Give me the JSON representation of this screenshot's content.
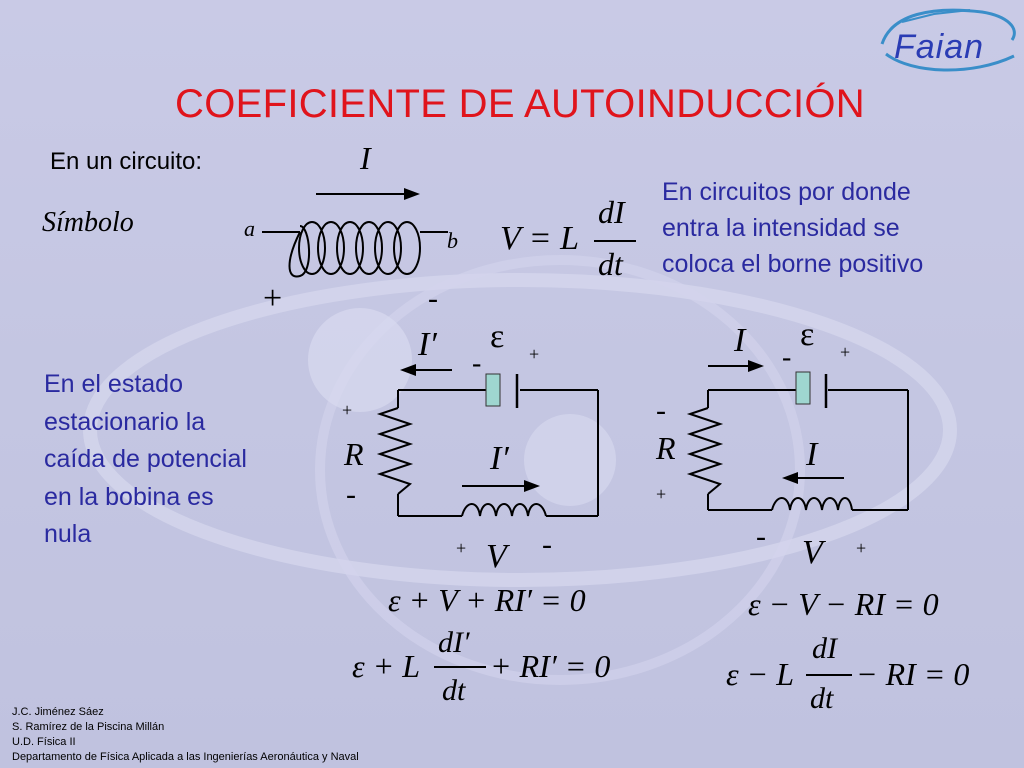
{
  "slide": {
    "title": "COEFICIENTE DE AUTOINDUCCIÓN",
    "logo_text": "Faian",
    "intro": "En un circuito:",
    "symbol_label": "Símbolo",
    "current_label": "I",
    "terminal_a": "a",
    "terminal_b": "b",
    "plus_sign": "+",
    "minus_sign": "-",
    "formula": {
      "lhs": "V = L",
      "num": "dI",
      "den": "dt"
    },
    "note_lines": [
      "En circuitos por donde",
      "entra la intensidad se",
      "coloca el borne positivo"
    ],
    "steady_lines": [
      "En el estado",
      "estacionario la",
      "caída de potencial",
      "en la bobina es",
      "nula"
    ]
  },
  "left_circuit": {
    "emf": "ε",
    "current_top": "I′",
    "current_mid": "I′",
    "resistor": "R",
    "voltage": "V",
    "battery_minus": "-",
    "battery_plus": "+",
    "r_top": "+",
    "r_bottom": "-",
    "v_left": "+",
    "v_right": "-",
    "eq1": "ε + V + RI′ = 0",
    "eq2_lhs": "ε + L",
    "eq2_num": "dI′",
    "eq2_den": "dt",
    "eq2_rhs": "+ RI′ = 0"
  },
  "right_circuit": {
    "emf": "ε",
    "current_top": "I",
    "current_mid": "I",
    "resistor": "R",
    "voltage": "V",
    "battery_minus": "-",
    "battery_plus": "+",
    "r_top": "-",
    "r_bottom": "+",
    "v_left": "-",
    "v_right": "+",
    "eq1": "ε − V − RI = 0",
    "eq2_lhs": "ε − L",
    "eq2_num": "dI",
    "eq2_den": "dt",
    "eq2_rhs": "− RI = 0"
  },
  "footer": [
    "J.C. Jiménez Sáez",
    "S. Ramírez de la Piscina Millán",
    "U.D. Física II",
    "Departamento de Física Aplicada a las Ingenierías Aeronáutica y Naval"
  ],
  "colors": {
    "title": "#e0141c",
    "text_blue": "#2a2aa0",
    "battery": "#9fd6d0",
    "logo": "#2a3cb4"
  }
}
